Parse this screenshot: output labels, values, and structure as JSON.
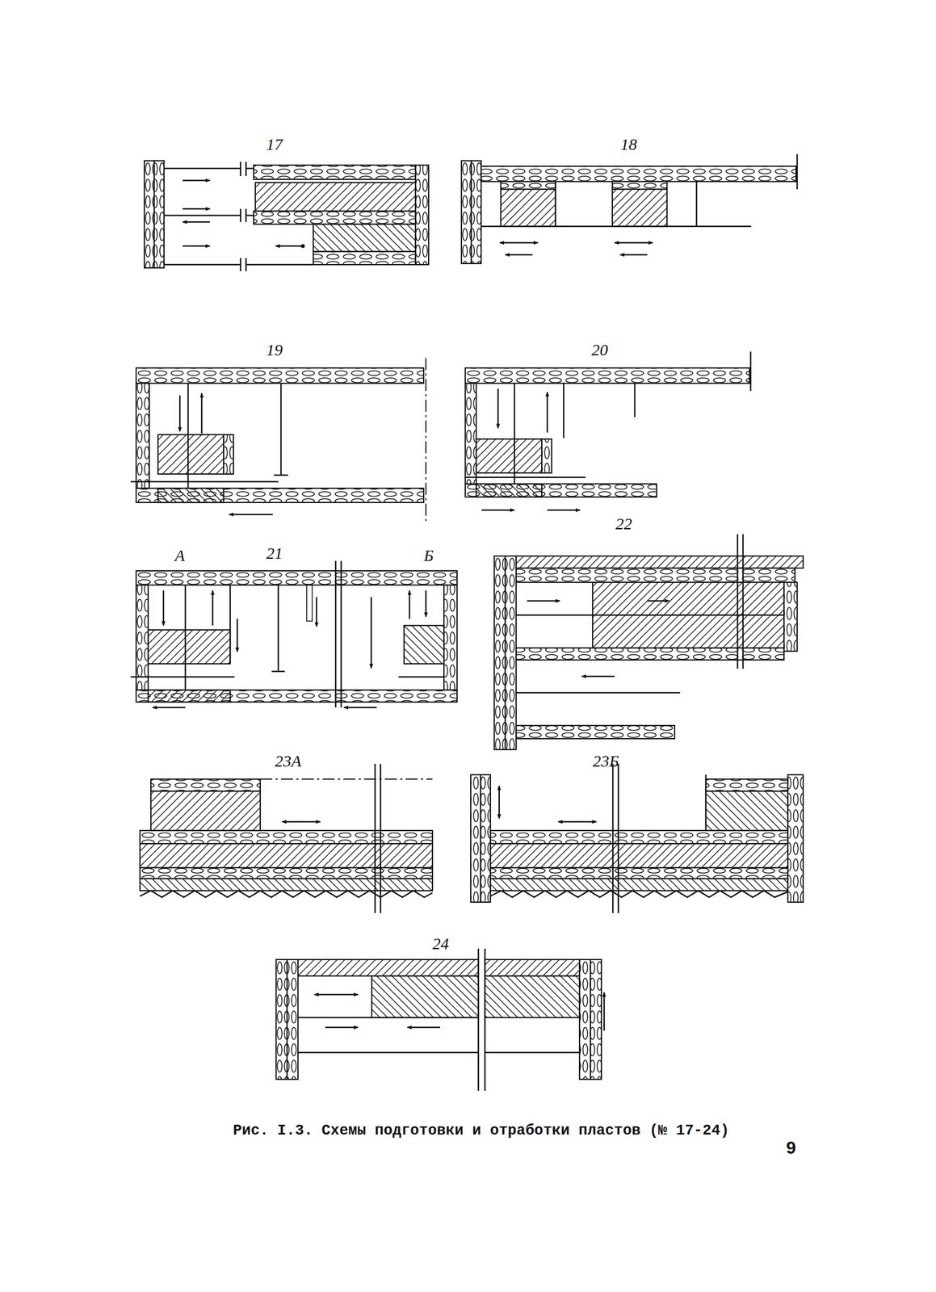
{
  "diagram": {
    "caption": "Рис. I.3. Схемы подготовки и отработки пластов (№ 17-24)",
    "labels": [
      "17",
      "18",
      "19",
      "20",
      "21",
      "А",
      "Б",
      "22",
      "23А",
      "23Б",
      "24",
      "9"
    ]
  }
}
